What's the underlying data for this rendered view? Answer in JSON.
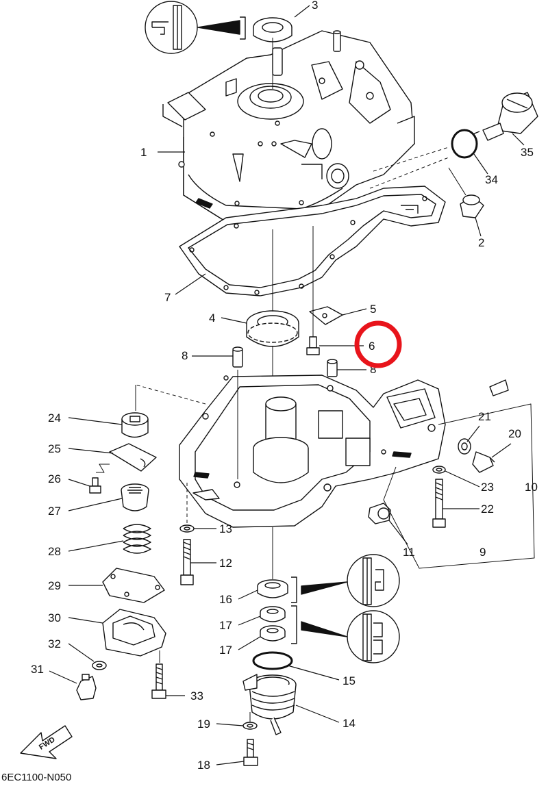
{
  "diagram": {
    "code": "6EC1100-N050",
    "fwd_label": "FWD",
    "highlight_color": "#e8141b",
    "highlighted_part": "6",
    "parts": [
      {
        "id": "p3",
        "label": "3"
      },
      {
        "id": "p1",
        "label": "1"
      },
      {
        "id": "p35",
        "label": "35"
      },
      {
        "id": "p34",
        "label": "34"
      },
      {
        "id": "p2",
        "label": "2"
      },
      {
        "id": "p7",
        "label": "7"
      },
      {
        "id": "p4",
        "label": "4"
      },
      {
        "id": "p5",
        "label": "5"
      },
      {
        "id": "p6",
        "label": "6"
      },
      {
        "id": "p8a",
        "label": "8"
      },
      {
        "id": "p8b",
        "label": "8"
      },
      {
        "id": "p24",
        "label": "24"
      },
      {
        "id": "p25",
        "label": "25"
      },
      {
        "id": "p26",
        "label": "26"
      },
      {
        "id": "p27",
        "label": "27"
      },
      {
        "id": "p28",
        "label": "28"
      },
      {
        "id": "p29",
        "label": "29"
      },
      {
        "id": "p30",
        "label": "30"
      },
      {
        "id": "p32",
        "label": "32"
      },
      {
        "id": "p31",
        "label": "31"
      },
      {
        "id": "p33",
        "label": "33"
      },
      {
        "id": "p21",
        "label": "21"
      },
      {
        "id": "p20",
        "label": "20"
      },
      {
        "id": "p23",
        "label": "23"
      },
      {
        "id": "p10",
        "label": "10"
      },
      {
        "id": "p22",
        "label": "22"
      },
      {
        "id": "p13",
        "label": "13"
      },
      {
        "id": "p11",
        "label": "11"
      },
      {
        "id": "p9",
        "label": "9"
      },
      {
        "id": "p12",
        "label": "12"
      },
      {
        "id": "p16",
        "label": "16"
      },
      {
        "id": "p17a",
        "label": "17"
      },
      {
        "id": "p17b",
        "label": "17"
      },
      {
        "id": "p15",
        "label": "15"
      },
      {
        "id": "p14",
        "label": "14"
      },
      {
        "id": "p19",
        "label": "19"
      },
      {
        "id": "p18",
        "label": "18"
      }
    ]
  }
}
